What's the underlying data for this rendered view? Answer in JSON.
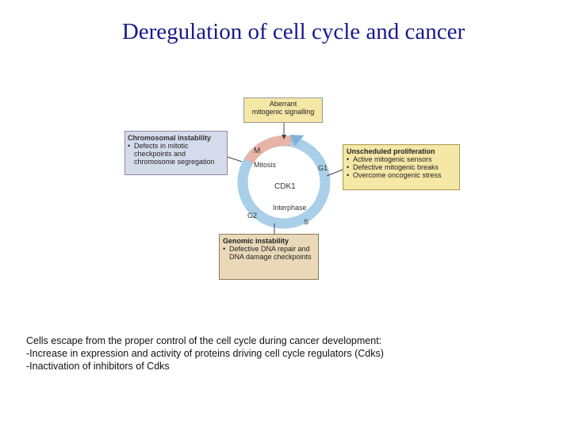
{
  "slide": {
    "title": "Deregulation of cell cycle and cancer"
  },
  "diagram": {
    "aberrant": {
      "line1": "Aberrant",
      "line2": "mitogenic signalling"
    },
    "chromosomal": {
      "heading": "Chromosomal instability",
      "items": [
        "Defects in mitotic checkpoints and chromosome segregation"
      ]
    },
    "unscheduled": {
      "heading": "Unscheduled proliferation",
      "items": [
        "Active mitogenic sensors",
        "Defective mitogenic breaks",
        "Overcome oncogenic stress"
      ]
    },
    "genomic": {
      "heading": "Genomic instability",
      "items": [
        "Defective DNA repair and DNA damage checkpoints"
      ]
    },
    "cycle": {
      "mitosis": "Mitosis",
      "cdk1": "CDK1",
      "interphase": "Interphase",
      "m": "M",
      "g1": "G1",
      "g2": "G2",
      "s": "S"
    },
    "colors": {
      "cycle_ring": "#a9cfe9",
      "mitosis_arc": "#e8b4a8",
      "box_yellow": "#f5e7a6",
      "box_blue": "#d5dbeb",
      "box_tan": "#ead9b9"
    }
  },
  "caption": {
    "line1": "Cells escape from the proper control of the cell cycle during cancer development:",
    "line2": "-Increase in expression and activity of proteins driving cell cycle regulators (Cdks)",
    "line3": "-Inactivation of inhibitors of Cdks"
  }
}
